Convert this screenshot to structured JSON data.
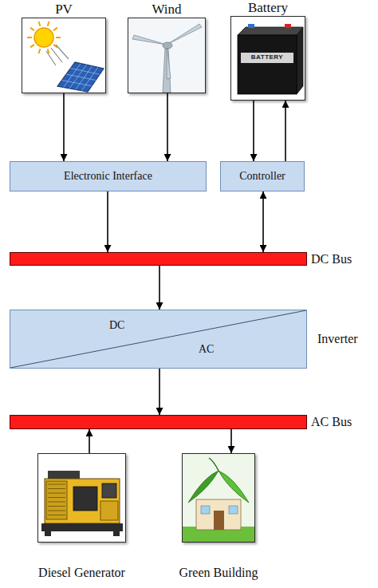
{
  "diagram": {
    "nodes": [
      {
        "text": [
          "PV"
        ]
      },
      {
        "text": [
          "Wind"
        ]
      },
      {
        "text": [
          "Battery"
        ]
      },
      {
        "text": [
          "Electronic Interface"
        ]
      },
      {
        "text": [
          "Controller"
        ]
      },
      {
        "text": [
          "DC Bus"
        ]
      },
      {
        "text": [
          "DC",
          "AC",
          "Inverter"
        ]
      },
      {
        "text": [
          "AC Bus"
        ]
      },
      {
        "text": [
          "Diesel Generator"
        ]
      },
      {
        "text": [
          "Green Building"
        ]
      }
    ],
    "edges": [
      {
        "from": 0,
        "to": 3,
        "arrow": "to"
      },
      {
        "from": 1,
        "to": 3,
        "arrow": "to"
      },
      {
        "from": 3,
        "to": 5,
        "arrow": "to"
      },
      {
        "from": 2,
        "to": 4,
        "arrow": "to"
      },
      {
        "from": 4,
        "to": 2,
        "arrow": "to"
      },
      {
        "from": 4,
        "to": 5,
        "arrow": "both"
      },
      {
        "from": 5,
        "to": 6,
        "arrow": "to"
      },
      {
        "from": 6,
        "to": 7,
        "arrow": "to"
      },
      {
        "from": 8,
        "to": 7,
        "arrow": "to"
      },
      {
        "from": 7,
        "to": 9,
        "arrow": "to"
      }
    ],
    "labels": [
      "BATTERY"
    ]
  }
}
